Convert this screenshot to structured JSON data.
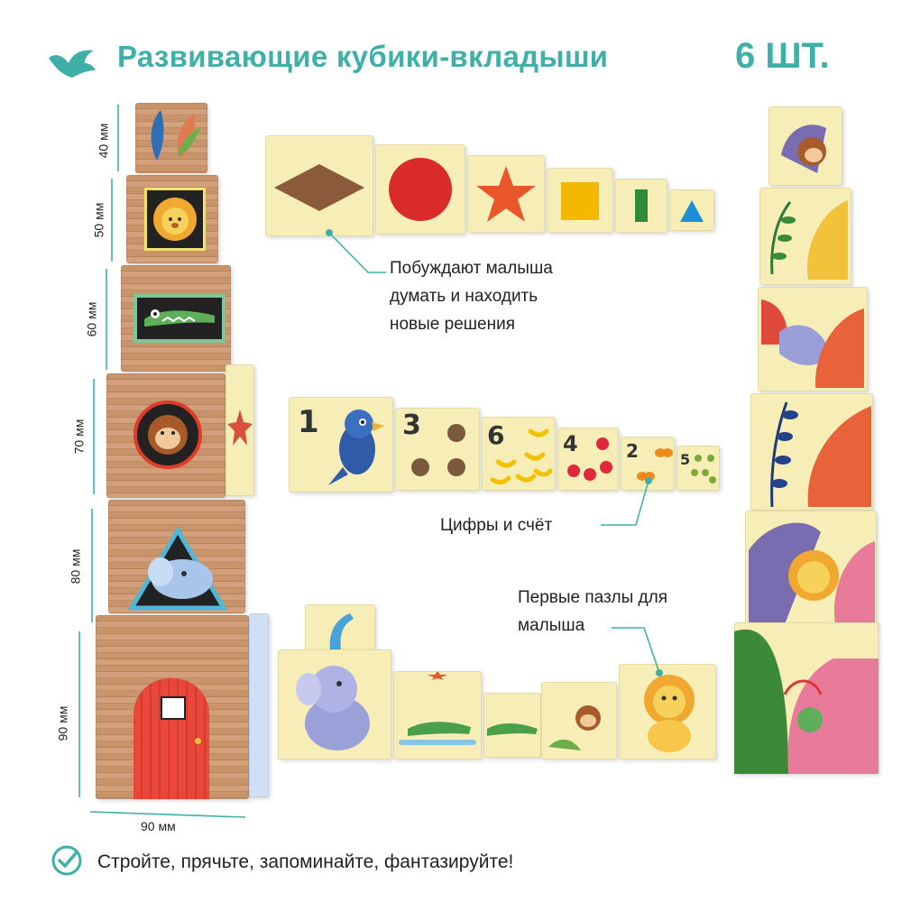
{
  "header": {
    "title": "Развивающие кубики-вкладыши",
    "count": "6 ШТ.",
    "logo_icon": "bird-logo-icon",
    "accent": "#3fb0a8"
  },
  "dimensions": {
    "heights": [
      "40 мм",
      "50 мм",
      "60 мм",
      "70 мм",
      "80 мм",
      "90 мм"
    ],
    "width": "90 мм"
  },
  "callouts": {
    "shapes": [
      "Побуждают малыша",
      "думать и находить",
      "новые решения"
    ],
    "numbers": "Цифры и счёт",
    "puzzles": [
      "Первые пазлы для",
      "малыша"
    ]
  },
  "number_faces": [
    "1",
    "3",
    "6",
    "4",
    "2",
    "5"
  ],
  "footer": {
    "check_icon": "check-circle-icon",
    "text": "Стройте, прячьте, запоминайте, фантазируйте!"
  }
}
